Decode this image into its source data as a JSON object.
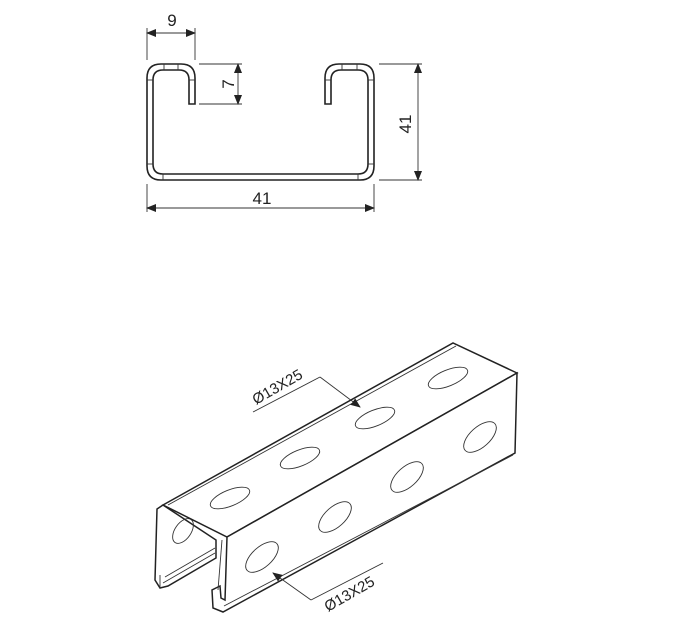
{
  "profile_view": {
    "dim_lip_width": "9",
    "dim_lip_depth": "7",
    "dim_height": "41",
    "dim_width": "41"
  },
  "isometric_view": {
    "top_slot_label": "Ø13X25",
    "side_slot_label": "Ø13X25"
  }
}
